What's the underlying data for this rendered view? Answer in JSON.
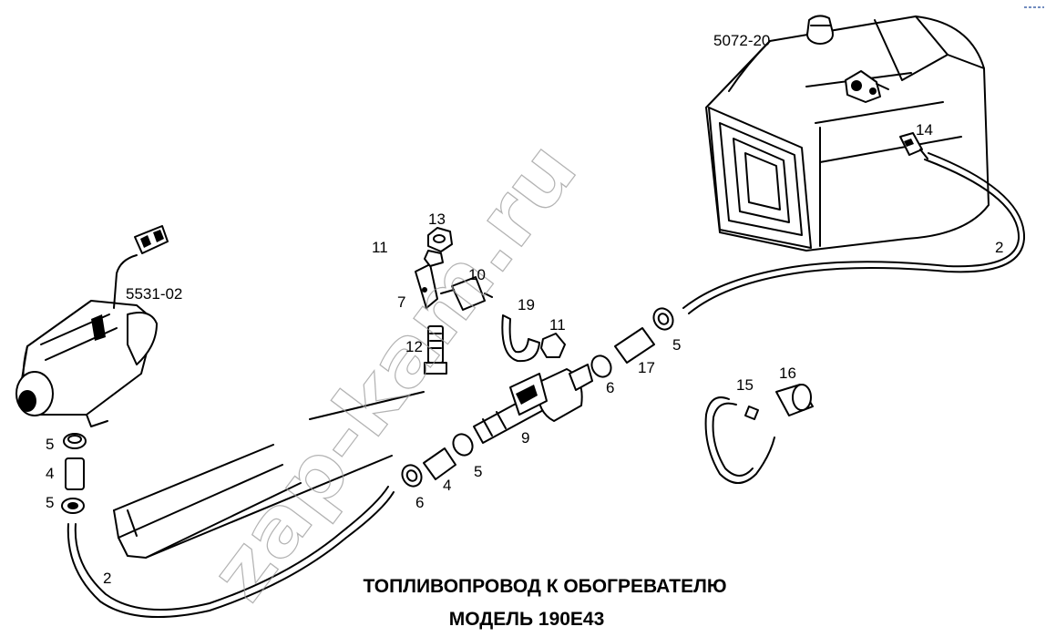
{
  "title_line1": "ТОПЛИВОПРОВОД К ОБОГРЕВАТЕЛЮ",
  "title_line2": "МОДЕЛЬ 190E43",
  "watermark": "zap-kam.ru",
  "labels": {
    "tank": "5072-20",
    "heater": "5531-02",
    "p2a": "2",
    "p2b": "2",
    "p4a": "4",
    "p4b": "4",
    "p5a": "5",
    "p5b": "5",
    "p5c": "5",
    "p5d": "5",
    "p6a": "6",
    "p6b": "6",
    "p7": "7",
    "p9": "9",
    "p10": "10",
    "p11a": "11",
    "p11b": "11",
    "p12": "12",
    "p13": "13",
    "p14": "14",
    "p15": "15",
    "p16": "16",
    "p17": "17",
    "p19": "19"
  }
}
